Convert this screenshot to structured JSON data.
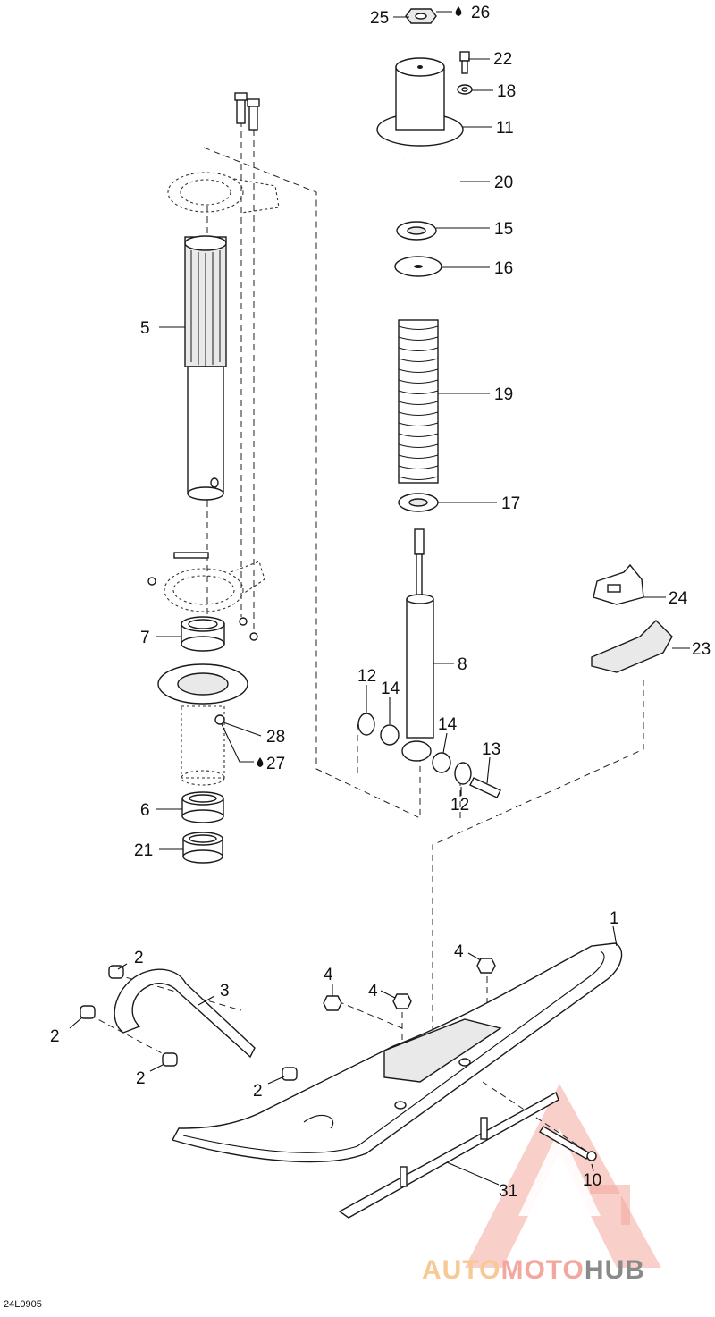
{
  "diagram": {
    "drawing_code": "24L0905",
    "callouts": [
      {
        "id": "c25",
        "label": "25"
      },
      {
        "id": "c26",
        "label": "26"
      },
      {
        "id": "c22",
        "label": "22"
      },
      {
        "id": "c18",
        "label": "18"
      },
      {
        "id": "c11",
        "label": "11"
      },
      {
        "id": "c20",
        "label": "20"
      },
      {
        "id": "c15",
        "label": "15"
      },
      {
        "id": "c16",
        "label": "16"
      },
      {
        "id": "c19",
        "label": "19"
      },
      {
        "id": "c17",
        "label": "17"
      },
      {
        "id": "c5",
        "label": "5"
      },
      {
        "id": "c7",
        "label": "7"
      },
      {
        "id": "c28",
        "label": "28"
      },
      {
        "id": "c27",
        "label": "27"
      },
      {
        "id": "c6",
        "label": "6"
      },
      {
        "id": "c21",
        "label": "21"
      },
      {
        "id": "c8",
        "label": "8"
      },
      {
        "id": "c12a",
        "label": "12"
      },
      {
        "id": "c14a",
        "label": "14"
      },
      {
        "id": "c14b",
        "label": "14"
      },
      {
        "id": "c13",
        "label": "13"
      },
      {
        "id": "c12b",
        "label": "12"
      },
      {
        "id": "c24",
        "label": "24"
      },
      {
        "id": "c23",
        "label": "23"
      },
      {
        "id": "c1",
        "label": "1"
      },
      {
        "id": "c2a",
        "label": "2"
      },
      {
        "id": "c3",
        "label": "3"
      },
      {
        "id": "c2b",
        "label": "2"
      },
      {
        "id": "c2c",
        "label": "2"
      },
      {
        "id": "c2d",
        "label": "2"
      },
      {
        "id": "c4a",
        "label": "4"
      },
      {
        "id": "c4b",
        "label": "4"
      },
      {
        "id": "c4c",
        "label": "4"
      },
      {
        "id": "c10",
        "label": "10"
      },
      {
        "id": "c31",
        "label": "31"
      }
    ]
  },
  "watermark": {
    "part1": "AUTO",
    "part2": "MOTO",
    "part3": "HUB",
    "color_primary": "#f4a79f",
    "color_secondary": "#f6c995",
    "color_dark": "#8a8a8a"
  },
  "icons": {
    "grease": "oil-drop-icon"
  }
}
